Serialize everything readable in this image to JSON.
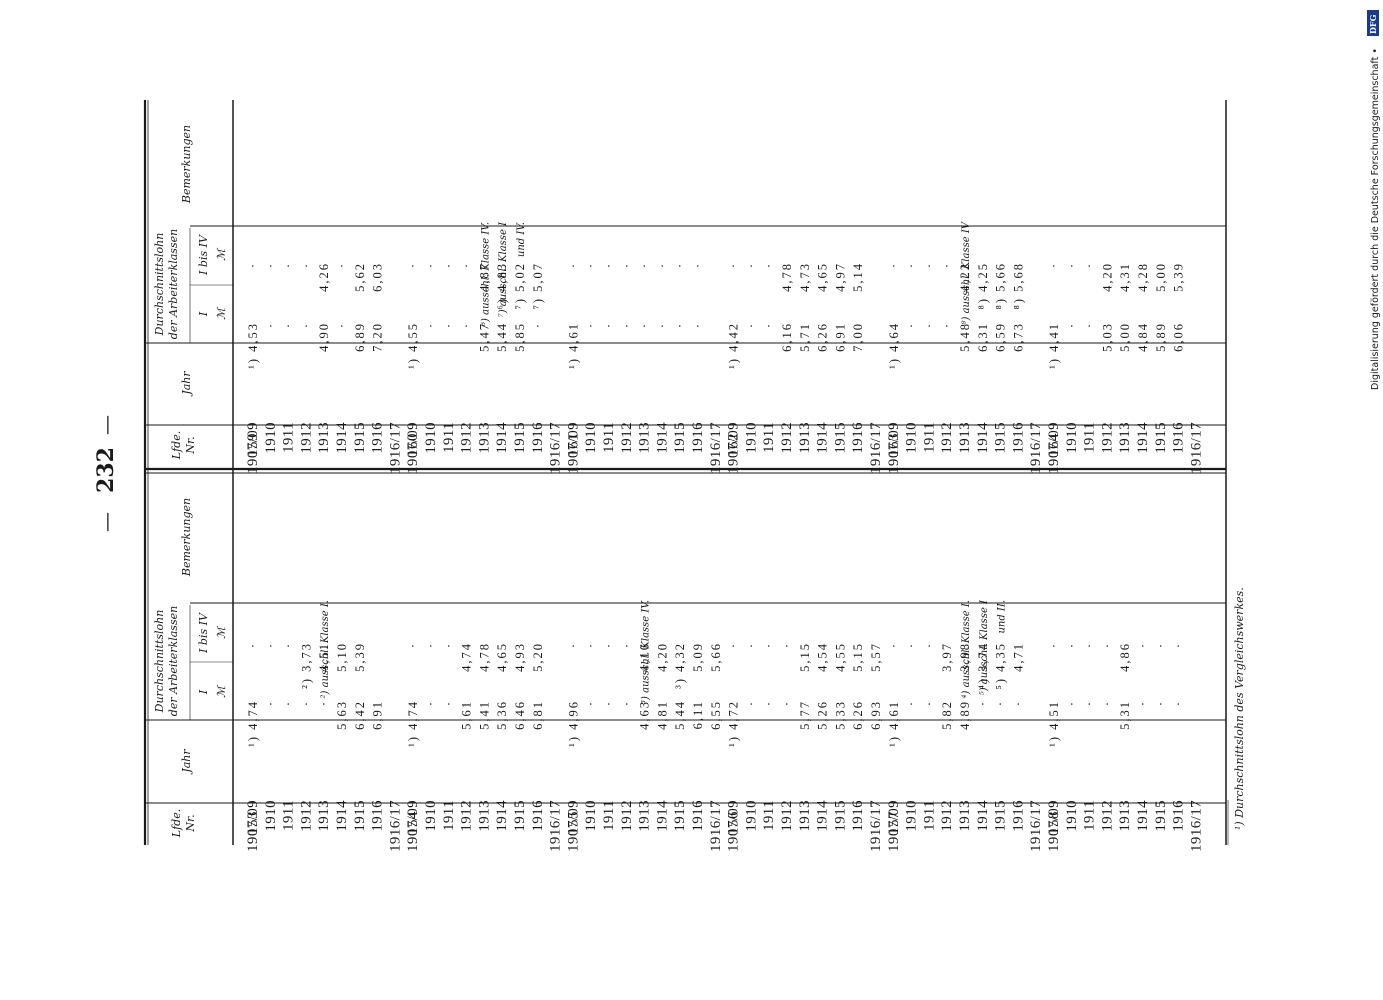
{
  "page": {
    "number": "232",
    "dash_left": "—",
    "dash_right": "—",
    "side_credit": "Digitalisierung gefördert durch die Deutsche Forschungsgemeinschaft •",
    "side_logo": "DFG"
  },
  "headers": {
    "lfd_nr": [
      "Lfde.",
      "Nr."
    ],
    "jahr": "Jahr",
    "lohn_title": [
      "Durchschnittslohn",
      "der Arbeiterklassen"
    ],
    "col_I": "I",
    "col_IIV": "I bis IV",
    "unit": "ℳ",
    "bemerkungen": "Bemerkungen"
  },
  "footnote": "¹) Durchschnittslohn des Vergleichswerkes.",
  "years": [
    "1907/09",
    "1910",
    "1911",
    "1912",
    "1913",
    "1914",
    "1915",
    "1916",
    "1916/17"
  ],
  "left_half": [
    {
      "nr": "153",
      "I": [
        "¹) 4,74",
        "·",
        "·",
        "·",
        "·",
        "5,63",
        "6,42",
        "6,91",
        ""
      ],
      "IV": [
        "·",
        "·",
        "·",
        "²) 3,73",
        "4,51",
        "5,10",
        "5,39",
        "",
        ""
      ]
    },
    {
      "nr": "154",
      "I": [
        "¹) 4,74",
        "·",
        "·",
        "5,61",
        "5,41",
        "5,36",
        "6,46",
        "6,81",
        ""
      ],
      "IV": [
        "·",
        "·",
        "·",
        "4,74",
        "4,78",
        "4,65",
        "4,93",
        "5,20",
        ""
      ]
    },
    {
      "nr": "155",
      "I": [
        "¹) 4,96",
        "·",
        "·",
        "·",
        "4,63",
        "4,81",
        "5,44",
        "6,11",
        "6,55"
      ],
      "IV": [
        "·",
        "·",
        "·",
        "·",
        "4,16",
        "4,20",
        "³) 4,32",
        "5,09",
        "5,66"
      ]
    },
    {
      "nr": "156",
      "I": [
        "¹) 4,72",
        "·",
        "·",
        "·",
        "5,77",
        "5,26",
        "5,33",
        "6,26",
        "6,93"
      ],
      "IV": [
        "·",
        "·",
        "·",
        "·",
        "5,15",
        "4,54",
        "4,55",
        "5,15",
        "5,57"
      ]
    },
    {
      "nr": "157",
      "I": [
        "¹) 4,61",
        "·",
        "·",
        "5,82",
        "4,89",
        "·",
        "·",
        "·",
        ""
      ],
      "IV": [
        "·",
        "·",
        "·",
        "3,97",
        "3,98",
        "⁴) 3,74",
        "⁵) 4,35",
        "4,71",
        ""
      ]
    },
    {
      "nr": "158",
      "I": [
        "¹) 4,51",
        "·",
        "·",
        "·",
        "5,31",
        "·",
        "·",
        "·",
        ""
      ],
      "IV": [
        "·",
        "·",
        "·",
        "·",
        "4,86",
        "·",
        "·",
        "·",
        ""
      ]
    }
  ],
  "left_remarks": [
    {
      "row_index": 0,
      "lines": [
        "²) ausschl. Klasse I."
      ]
    },
    {
      "row_index": 2,
      "lines": [
        "³) ausschl. Klasse IV."
      ]
    },
    {
      "row_index": 4,
      "lines": [
        "⁴) ausschl. Klasse I.",
        "⁵) ausschl. Klasse I",
        "und II."
      ]
    }
  ],
  "right_half": [
    {
      "nr": "159",
      "I": [
        "¹) 4,53",
        "·",
        "·",
        "·",
        "4,90",
        "·",
        "6,89",
        "7,20",
        ""
      ],
      "IV": [
        "·",
        "·",
        "·",
        "·",
        "4,26",
        "·",
        "5,62",
        "6,03",
        ""
      ]
    },
    {
      "nr": "160",
      "I": [
        "¹) 4,55",
        "·",
        "·",
        "·",
        "5,47",
        "5,44",
        "5,85",
        "·",
        ""
      ],
      "IV": [
        "·",
        "·",
        "·",
        "·",
        "4,87",
        "⁶) 4,83",
        "⁷) 5,02",
        "⁷) 5,07",
        ""
      ]
    },
    {
      "nr": "161",
      "I": [
        "¹) 4,61",
        "·",
        "·",
        "·",
        "·",
        "·",
        "·",
        "·",
        ""
      ],
      "IV": [
        "·",
        "·",
        "·",
        "·",
        "·",
        "·",
        "·",
        "·",
        ""
      ]
    },
    {
      "nr": "162",
      "I": [
        "¹) 4,42",
        "·",
        "·",
        "6,16",
        "5,71",
        "6,26",
        "6,91",
        "7,00",
        ""
      ],
      "IV": [
        "·",
        "·",
        "·",
        "4,78",
        "4,73",
        "4,65",
        "4,97",
        "5,14",
        ""
      ]
    },
    {
      "nr": "163",
      "I": [
        "¹) 4,64",
        "·",
        "·",
        "·",
        "5,48",
        "6,31",
        "6,59",
        "6,73",
        ""
      ],
      "IV": [
        "·",
        "·",
        "·",
        "·",
        "4,22",
        "⁸) 4,25",
        "⁸) 5,66",
        "⁸) 5,68",
        ""
      ]
    },
    {
      "nr": "164",
      "I": [
        "¹) 4,41",
        "·",
        "·",
        "5,03",
        "5,00",
        "4,84",
        "5,89",
        "6,06",
        ""
      ],
      "IV": [
        "·",
        "·",
        "·",
        "4,20",
        "4,31",
        "4,28",
        "5,00",
        "5,39",
        ""
      ]
    }
  ],
  "right_remarks": [
    {
      "row_index": 1,
      "lines": [
        "⁶) ausschl. Klasse IV.",
        "⁷) ausschl. Klasse I",
        "und IV."
      ]
    },
    {
      "row_index": 4,
      "lines": [
        "⁸) ausschl. Klasse IV"
      ]
    }
  ]
}
